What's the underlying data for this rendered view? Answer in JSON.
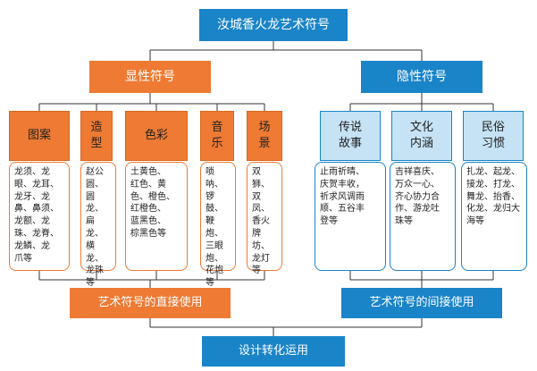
{
  "title": "汝城香火龙艺术符号",
  "left_branch": {
    "label": "显性符号",
    "categories": [
      {
        "header": "图案",
        "content": "龙须、龙\n眼、龙耳、\n龙牙、龙\n鼻、鼻须、\n龙额、龙\n珠、龙脊、\n龙鳞、龙\n爪等"
      },
      {
        "header": "造\n型",
        "content": "赵公\n圆、\n圆龙、\n扁龙、\n横龙、\n龙珠\n等"
      },
      {
        "header": "色彩",
        "content": "土黄色、\n红色、黄\n色、橙色、\n红橙色、\n蓝黑色、\n棕黑色等"
      },
      {
        "header": "音\n乐",
        "content": "唢呐、\n锣鼓、\n鞭炮、\n三眼\n炮、\n花炮\n等"
      },
      {
        "header": "场\n景",
        "content": "双狮、\n双凤、\n香火\n牌坊、\n龙灯\n等"
      }
    ],
    "bottom": "艺术符号的直接使用"
  },
  "right_branch": {
    "label": "隐性符号",
    "categories": [
      {
        "header": "传说\n故事",
        "content": "止雨祈晴、\n庆贺丰收，\n祈求风调雨\n顺、五谷丰\n登等"
      },
      {
        "header": "文化\n内涵",
        "content": "吉祥喜庆、\n万众一心、\n齐心协力合\n作、游龙吐\n珠等"
      },
      {
        "header": "民俗\n习惯",
        "content": "扎龙、起龙、\n接龙、打龙、\n舞龙、抬香、\n化龙、龙归大\n海等"
      }
    ],
    "bottom": "艺术符号的间接使用"
  },
  "final": "设计转化运用"
}
